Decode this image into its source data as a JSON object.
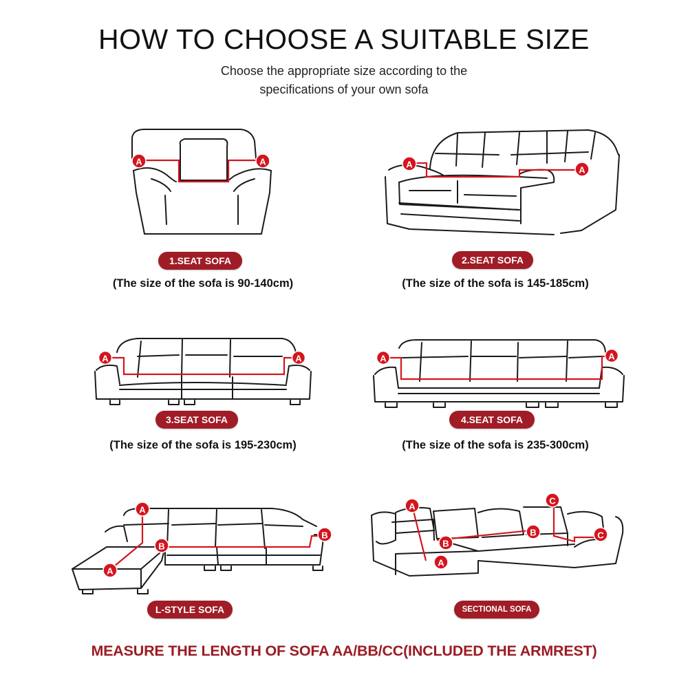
{
  "header": {
    "title": "HOW TO CHOOSE A SUITABLE SIZE",
    "subtitle_line1": "Choose the appropriate size according to the",
    "subtitle_line2": "specifications of your own sofa"
  },
  "sofas": [
    {
      "label": "1.SEAT SOFA",
      "size_note": "(The size of the sofa is 90-140cm)",
      "markers": [
        "A",
        "A"
      ]
    },
    {
      "label": "2.SEAT SOFA",
      "size_note": "(The size of the sofa is 145-185cm)",
      "markers": [
        "A",
        "A"
      ]
    },
    {
      "label": "3.SEAT SOFA",
      "size_note": "(The size of the sofa is 195-230cm)",
      "markers": [
        "A",
        "A"
      ]
    },
    {
      "label": "4.SEAT SOFA",
      "size_note": "(The size of the sofa is 235-300cm)",
      "markers": [
        "A",
        "A"
      ]
    },
    {
      "label": "L-STYLE SOFA",
      "markers": [
        "A",
        "A",
        "B",
        "B"
      ]
    },
    {
      "label": "SECTIONAL SOFA",
      "markers": [
        "A",
        "A",
        "B",
        "B",
        "C",
        "C"
      ]
    }
  ],
  "footer": {
    "text": "MEASURE THE LENGTH OF SOFA AA/BB/CC(INCLUDED THE ARMREST)"
  },
  "colors": {
    "accent_red": "#a01c26",
    "marker_red": "#d4151e",
    "footer_red": "#9b1c25",
    "line_art": "#1a1a1a"
  },
  "icons": {
    "marker": "lettered-red-circle",
    "sofa": "line-art-sofa-illustration"
  }
}
